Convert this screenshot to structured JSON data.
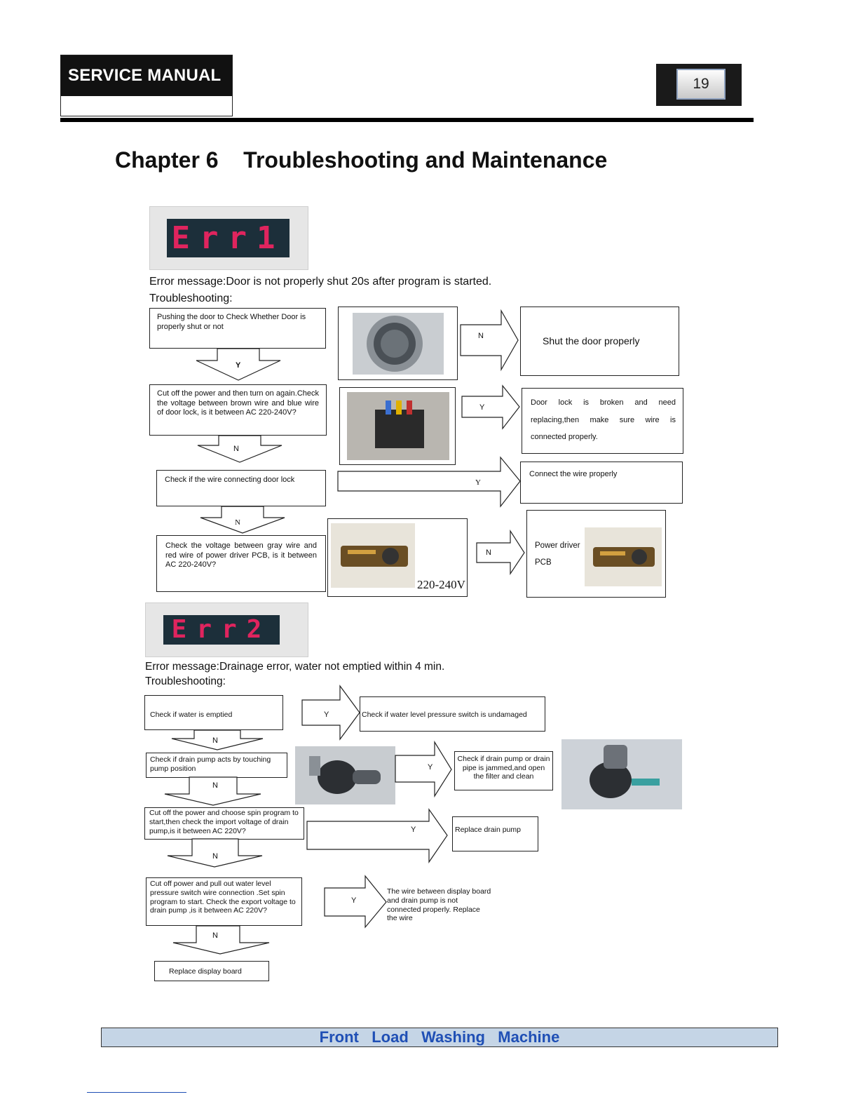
{
  "header": {
    "title": "SERVICE MANUAL",
    "page_number": "19"
  },
  "chapter_title": "Chapter 6    Troubleshooting and Maintenance",
  "footer_text": "Front   Load   Washing   Machine",
  "err1": {
    "display_code": "Err1",
    "message": "Error message:Door is not properly shut 20s after program is started.",
    "troubleshooting_label": "Troubleshooting:",
    "step1": "Pushing the door to Check Whether Door is properly shut or not",
    "step1_no_action": "Shut the door properly",
    "step1_down_label": "Y",
    "step1_right_label": "N",
    "step2": "Cut off the power and then turn on again.Check the voltage between brown wire and blue wire of door lock, is it between AC 220-240V?",
    "step2_yes_action": "Door lock is broken and need replacing,then make sure wire is connected properly.",
    "step2_down_label": "N",
    "step2_right_label": "Y",
    "step3": "Check if the wire connecting door lock",
    "step3_yes_action": "Connect the wire properly",
    "step3_down_label": "N",
    "step3_right_label": "Y",
    "step4": "Check the voltage between gray wire and red wire of power driver PCB, is it between AC 220-240V?",
    "step4_photo_caption": "220-240V",
    "step4_right_label": "N",
    "step4_result": "Power driver PCB"
  },
  "err2": {
    "display_code": "Err2",
    "message": "Error message:Drainage error, water not emptied within 4 min.",
    "troubleshooting_label": "Troubleshooting:",
    "step1": "Check if water is emptied",
    "step1_yes_action": "Check if water level pressure switch is undamaged",
    "step1_right_label": "Y",
    "step1_down_label": "N",
    "step2": "Check if drain pump acts by touching pump position",
    "step2_yes_action": "Check if drain pump or drain pipe is jammed,and open the filter and clean",
    "step2_right_label": "Y",
    "step2_down_label": "N",
    "step3": "Cut off the power and choose spin program to start,then check the import voltage of drain pump,is it between AC 220V?",
    "step3_yes_action": "Replace drain pump",
    "step3_right_label": "Y",
    "step3_down_label": "N",
    "step4": "Cut off power and pull out water level pressure switch wire connection .Set spin program to start. Check the export voltage to drain pump ,is it between AC 220V?",
    "step4_yes_action": "The wire between display board and drain pump is not connected properly. Replace the wire",
    "step4_right_label": "Y",
    "step4_down_label": "N",
    "final_action": "Replace display board"
  }
}
